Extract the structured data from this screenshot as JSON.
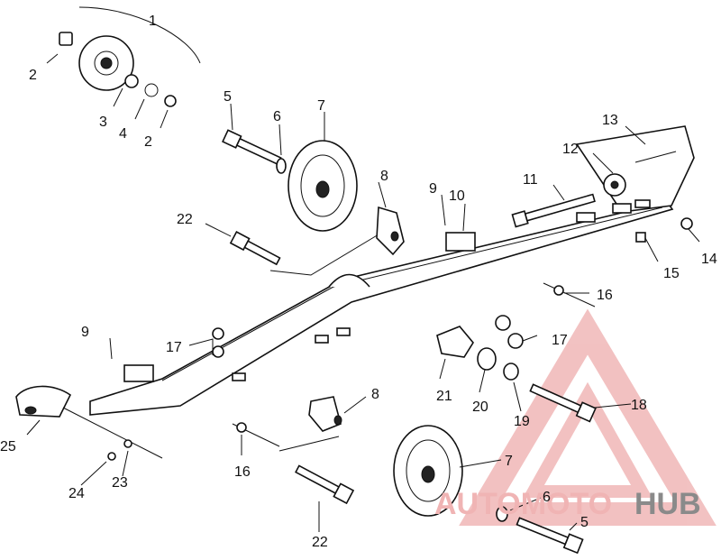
{
  "callouts": [
    {
      "key": "c1",
      "text": "1"
    },
    {
      "key": "c2a",
      "text": "2"
    },
    {
      "key": "c3",
      "text": "3"
    },
    {
      "key": "c4",
      "text": "4"
    },
    {
      "key": "c2b",
      "text": "2"
    },
    {
      "key": "c5a",
      "text": "5"
    },
    {
      "key": "c6a",
      "text": "6"
    },
    {
      "key": "c7a",
      "text": "7"
    },
    {
      "key": "c8a",
      "text": "8"
    },
    {
      "key": "c9a",
      "text": "9"
    },
    {
      "key": "c10",
      "text": "10"
    },
    {
      "key": "c11",
      "text": "11"
    },
    {
      "key": "c12",
      "text": "12"
    },
    {
      "key": "c13",
      "text": "13"
    },
    {
      "key": "c14",
      "text": "14"
    },
    {
      "key": "c15",
      "text": "15"
    },
    {
      "key": "c16a",
      "text": "16"
    },
    {
      "key": "c22a",
      "text": "22"
    },
    {
      "key": "c17a",
      "text": "17"
    },
    {
      "key": "c9b",
      "text": "9"
    },
    {
      "key": "c17b",
      "text": "17"
    },
    {
      "key": "c21",
      "text": "21"
    },
    {
      "key": "c20",
      "text": "20"
    },
    {
      "key": "c19",
      "text": "19"
    },
    {
      "key": "c18",
      "text": "18"
    },
    {
      "key": "c8b",
      "text": "8"
    },
    {
      "key": "c25",
      "text": "25"
    },
    {
      "key": "c16b",
      "text": "16"
    },
    {
      "key": "c24",
      "text": "24"
    },
    {
      "key": "c23",
      "text": "23"
    },
    {
      "key": "c7b",
      "text": "7"
    },
    {
      "key": "c6b",
      "text": "6"
    },
    {
      "key": "c5b",
      "text": "5"
    },
    {
      "key": "c22b",
      "text": "22"
    }
  ],
  "watermark": {
    "part1": "AUTOMOTO",
    "part2": "HUB",
    "color_primary": "#f0b4b4",
    "color_secondary": "#8a8a8a"
  }
}
